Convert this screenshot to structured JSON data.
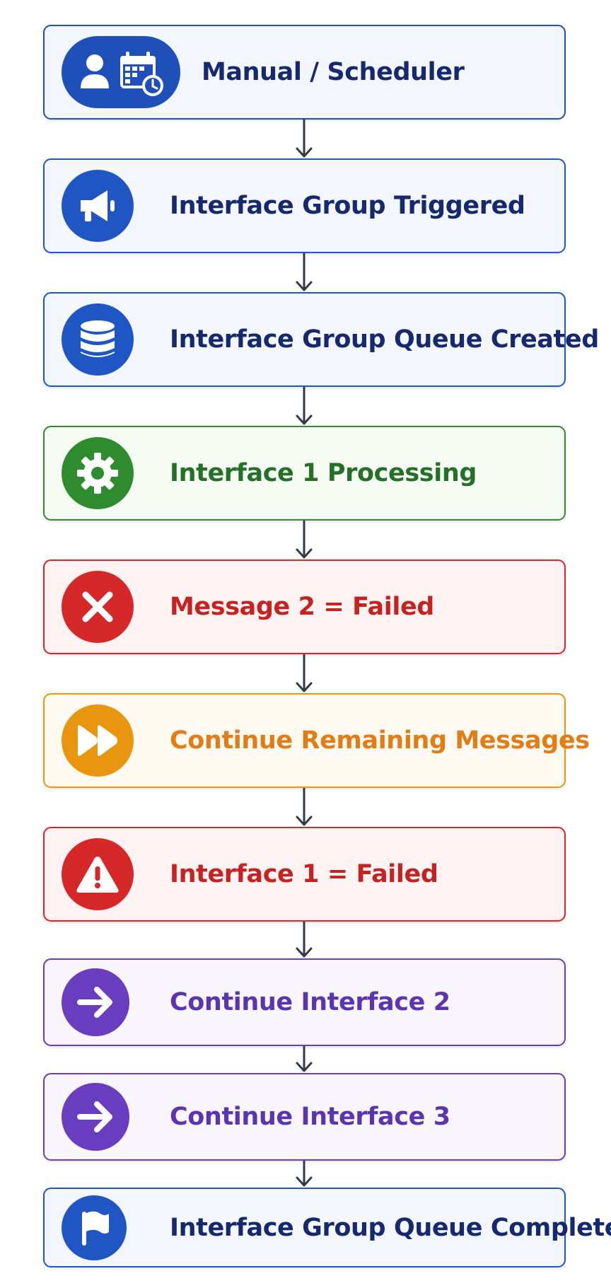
{
  "steps": [
    {
      "label": "Manual / Scheduler",
      "icon": "user-calendar-icon",
      "accent": "#1f4fb8",
      "bg": "#f3f7fd",
      "text": "#16286e"
    },
    {
      "label": "Interface Group Triggered",
      "icon": "megaphone-icon",
      "accent": "#1f56c4",
      "bg": "#f3f7fd",
      "text": "#16286e"
    },
    {
      "label": "Interface Group Queue Created",
      "icon": "database-icon",
      "accent": "#1f56c4",
      "bg": "#f3f7fd",
      "text": "#16286e"
    },
    {
      "label": "Interface 1 Processing",
      "icon": "gear-icon",
      "accent": "#2e8b2e",
      "bg": "#f5faf3",
      "text": "#247026"
    },
    {
      "label": "Message 2 = Failed",
      "icon": "x-icon",
      "accent": "#d62828",
      "bg": "#fdf3f3",
      "text": "#c72222"
    },
    {
      "label": "Continue Remaining Messages",
      "icon": "fast-forward-icon",
      "accent": "#e8960f",
      "bg": "#fffaf1",
      "text": "#e07d16"
    },
    {
      "label": "Interface 1 = Failed",
      "icon": "warning-icon",
      "accent": "#d62828",
      "bg": "#fdf3f3",
      "text": "#c72222"
    },
    {
      "label": "Continue Interface 2",
      "icon": "arrow-right-icon",
      "accent": "#6a3cc0",
      "bg": "#f8f5fd",
      "text": "#5b35b0"
    },
    {
      "label": "Continue Interface 3",
      "icon": "arrow-right-icon",
      "accent": "#6a3cc0",
      "bg": "#f8f5fd",
      "text": "#5b35b0"
    },
    {
      "label": "Interface Group Queue Completed",
      "icon": "flag-icon",
      "accent": "#1f56c4",
      "bg": "#f3f7fd",
      "text": "#16286e"
    }
  ],
  "connector_color": "#333a45"
}
